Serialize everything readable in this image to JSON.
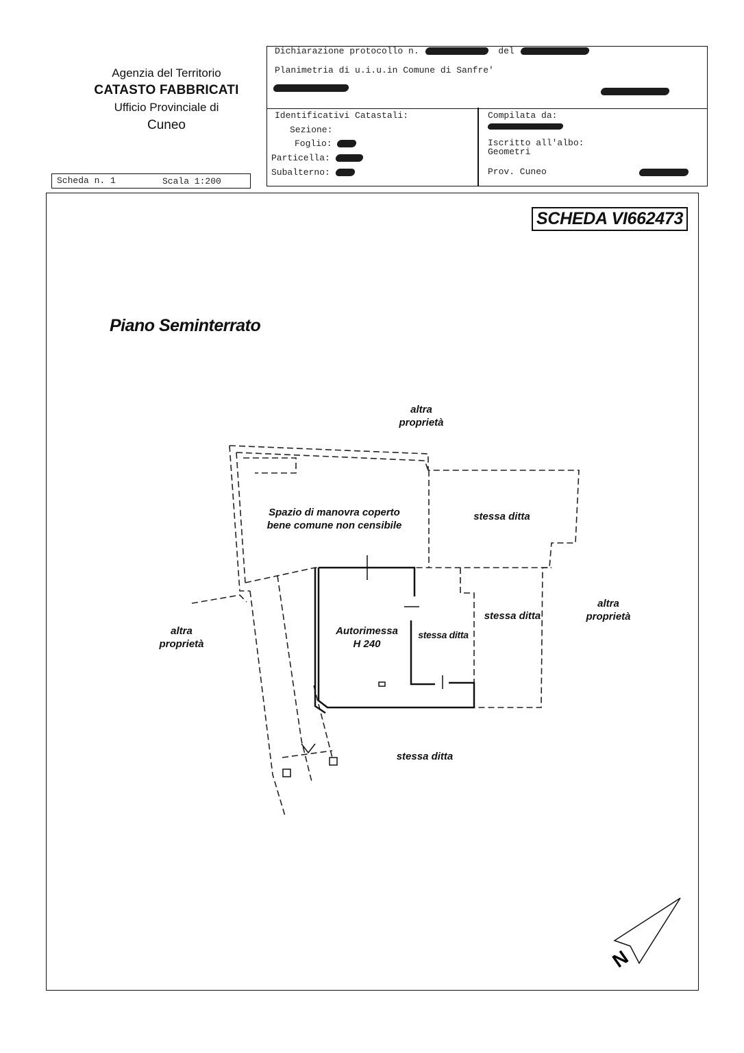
{
  "agency": {
    "line1": "Agenzia del Territorio",
    "line2": "CATASTO FABBRICATI",
    "line3": "Ufficio Provinciale di",
    "line4": "Cuneo"
  },
  "header": {
    "dichiarazione_label": "Dichiarazione protocollo n.",
    "del_label": "del",
    "planimetria": "Planimetria di u.i.u.in Comune di Sanfre'"
  },
  "identificativi": {
    "title": "Identificativi Catastali:",
    "sezione": "Sezione:",
    "foglio": "Foglio:",
    "particella": "Particella:",
    "subalterno": "Subalterno:"
  },
  "compilata": {
    "title": "Compilata da:",
    "iscritto": "Iscritto all'albo:",
    "albo": "Geometri",
    "prov": "Prov. Cuneo"
  },
  "scheda": {
    "numero": "Scheda n. 1",
    "scala": "Scala 1:200",
    "code": "SCHEDA VI662473"
  },
  "plan": {
    "floor_title": "Piano Seminterrato",
    "labels": {
      "altra_top": [
        "altra",
        "proprietà"
      ],
      "altra_left": [
        "altra",
        "proprietà"
      ],
      "altra_right": [
        "altra",
        "proprietà"
      ],
      "spazio": [
        "Spazio di manovra coperto",
        "bene comune non censibile"
      ],
      "stessa_ditta_ne": "stessa ditta",
      "autorimessa": [
        "Autorimessa",
        "H 240"
      ],
      "stessa_ditta_mid": "stessa ditta",
      "stessa_ditta_e": "stessa ditta",
      "stessa_ditta_s": "stessa ditta"
    }
  },
  "north_letter": "N"
}
